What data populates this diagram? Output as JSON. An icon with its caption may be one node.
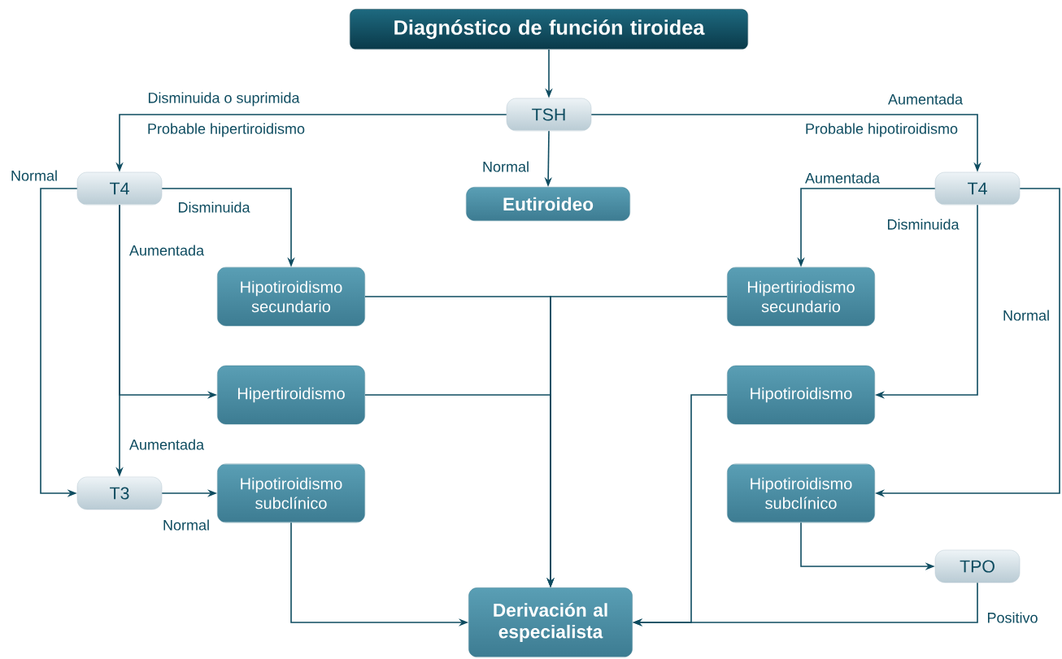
{
  "diagram": {
    "nodes": [
      {
        "text": [
          "Diagnóstico de función tiroidea"
        ]
      },
      {
        "text": [
          "TSH"
        ]
      },
      {
        "text": [
          "T4"
        ]
      },
      {
        "text": [
          "Eutiroideo"
        ]
      },
      {
        "text": [
          "T4"
        ]
      },
      {
        "text": [
          "Hipotiroidismo secundario"
        ]
      },
      {
        "text": [
          "Hipertiriodismo secundario"
        ]
      },
      {
        "text": [
          "Hipertiroidismo"
        ]
      },
      {
        "text": [
          "Hipotiroidismo"
        ]
      },
      {
        "text": [
          "T3"
        ]
      },
      {
        "text": [
          "Hipotiroidismo subclínico"
        ]
      },
      {
        "text": [
          "Hipotiroidismo subclínico"
        ]
      },
      {
        "text": [
          "TPO"
        ]
      },
      {
        "text": [
          "Derivación al especialista"
        ]
      }
    ],
    "edges": [
      {
        "from": 0,
        "to": 1,
        "arrow": "to"
      },
      {
        "from": 1,
        "to": 2,
        "arrow": "to",
        "label": "Disminuida o suprimida"
      },
      {
        "from": 1,
        "to": 4,
        "arrow": "to",
        "label": "Aumentada"
      },
      {
        "from": 1,
        "to": 3,
        "arrow": "to",
        "label": "Normal"
      },
      {
        "from": 2,
        "to": 5,
        "arrow": "to",
        "label": "Disminuida"
      },
      {
        "from": 2,
        "to": 7,
        "arrow": "to",
        "label": "Aumentada"
      },
      {
        "from": 2,
        "to": 9,
        "arrow": "to",
        "label": "Aumentada"
      },
      {
        "from": 2,
        "to": 9,
        "arrow": "to",
        "label": "Normal"
      },
      {
        "from": 4,
        "to": 6,
        "arrow": "to",
        "label": "Aumentada"
      },
      {
        "from": 4,
        "to": 8,
        "arrow": "to",
        "label": "Disminuida"
      },
      {
        "from": 4,
        "to": 11,
        "arrow": "to",
        "label": "Normal"
      },
      {
        "from": 9,
        "to": 10,
        "arrow": "to",
        "label": "Normal"
      },
      {
        "from": 5,
        "to": 13,
        "arrow": "to"
      },
      {
        "from": 6,
        "to": 13,
        "arrow": "to"
      },
      {
        "from": 7,
        "to": 13,
        "arrow": "to"
      },
      {
        "from": 10,
        "to": 13,
        "arrow": "to"
      },
      {
        "from": 8,
        "to": 13,
        "arrow": "to"
      },
      {
        "from": 11,
        "to": 12,
        "arrow": "to"
      },
      {
        "from": 12,
        "to": 13,
        "arrow": "to",
        "label": "Positivo"
      }
    ],
    "labels": [
      "Probable hipertiroidismo",
      "Probable hipotiroidismo"
    ]
  }
}
